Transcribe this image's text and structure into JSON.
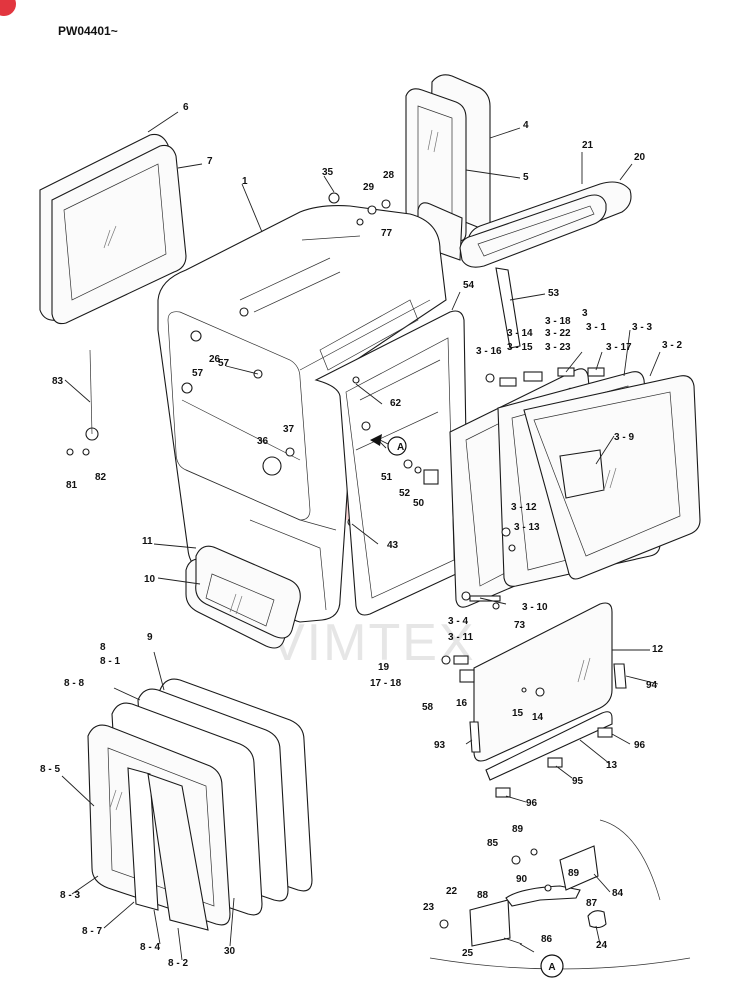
{
  "diagram": {
    "code": "PW04401~",
    "watermark_text": "VIMTEX",
    "detail_marker": "A",
    "labels": [
      "6",
      "7",
      "1",
      "35",
      "29",
      "28",
      "77",
      "4",
      "5",
      "21",
      "20",
      "53",
      "54",
      "26",
      "57",
      "57",
      "83",
      "81",
      "82",
      "36",
      "37",
      "62",
      "A",
      "51",
      "52",
      "50",
      "3 - 16",
      "3 - 14",
      "3 - 15",
      "3 - 18",
      "3 - 22",
      "3 - 23",
      "3",
      "3 - 1",
      "3 - 17",
      "3 - 3",
      "3 - 2",
      "3 - 9",
      "3 - 12",
      "3 - 13",
      "43",
      "11",
      "10",
      "3 - 4",
      "3 - 11",
      "3 - 10",
      "73",
      "12",
      "19",
      "17 - 18",
      "16",
      "15",
      "14",
      "58",
      "94",
      "93",
      "13",
      "96",
      "95",
      "96",
      "9",
      "8",
      "8 - 1",
      "8 - 8",
      "8 - 5",
      "8 - 3",
      "8 - 7",
      "8 - 4",
      "8 - 2",
      "30",
      "89",
      "85",
      "90",
      "89",
      "87",
      "84",
      "22",
      "88",
      "23",
      "86",
      "24",
      "25"
    ]
  }
}
